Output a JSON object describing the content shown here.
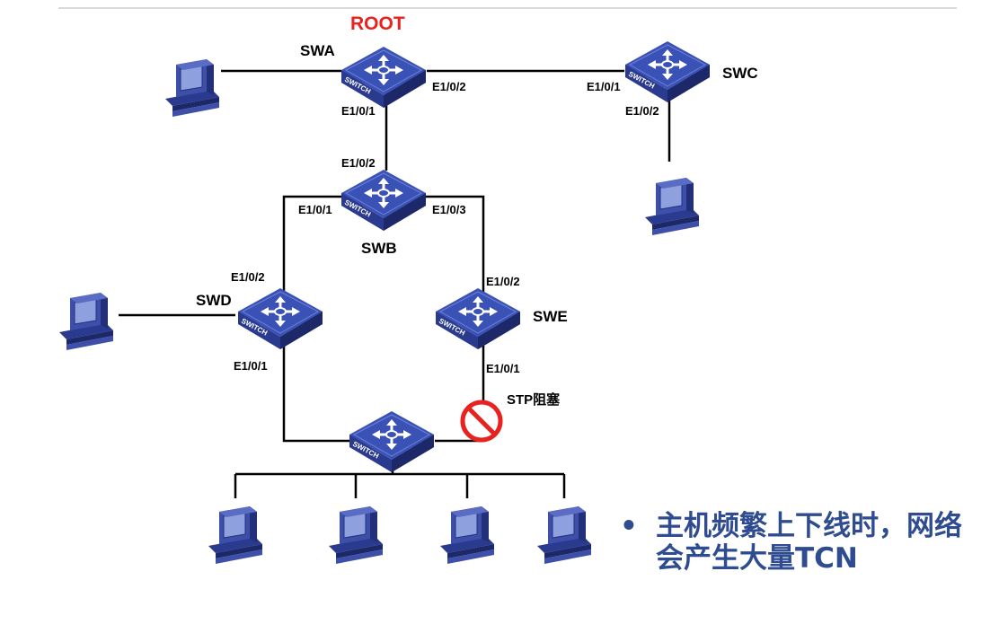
{
  "labels": {
    "root": "ROOT",
    "swa": "SWA",
    "swb": "SWB",
    "swc": "SWC",
    "swd": "SWD",
    "swe": "SWE",
    "switch_text": "SWITCH",
    "stp_blocked": "STP阻塞"
  },
  "ports": {
    "swa_e101": "E1/0/1",
    "swa_e102": "E1/0/2",
    "swc_e101": "E1/0/1",
    "swc_e102": "E1/0/2",
    "swb_e102": "E1/0/2",
    "swb_e101": "E1/0/1",
    "swb_e103": "E1/0/3",
    "swd_e102": "E1/0/2",
    "swd_e101": "E1/0/1",
    "swe_e102": "E1/0/2",
    "swe_e101": "E1/0/1"
  },
  "note": {
    "bullet": "•",
    "text": "主机频繁上下线时，网络会产生大量TCN"
  },
  "colors": {
    "switch_top": "#3a52b6",
    "switch_side": "#22307a",
    "pc": "#3d4fa9",
    "block": "#e8231f",
    "note": "#2e4c8f"
  }
}
